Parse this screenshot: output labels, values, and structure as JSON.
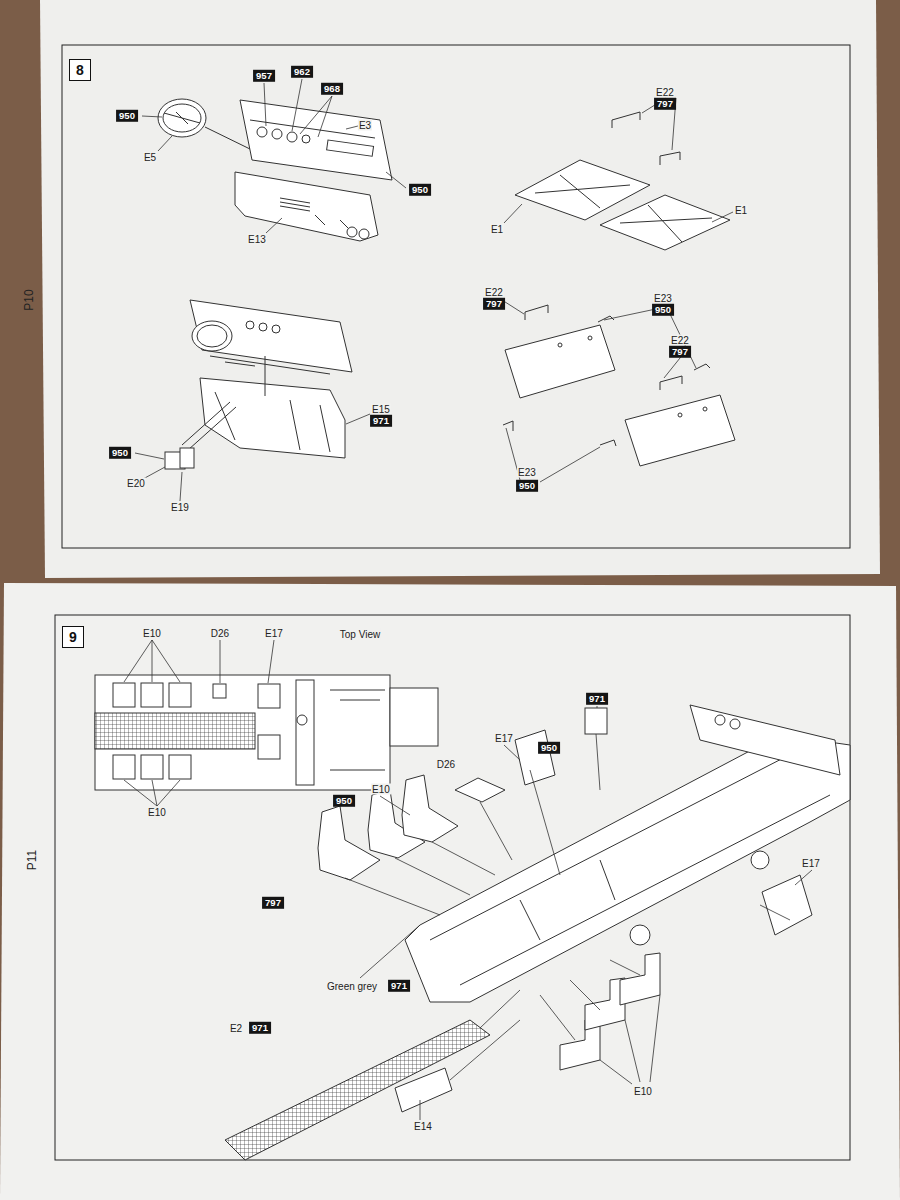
{
  "diagram": {
    "labels": [
      "P10",
      "8",
      "957",
      "962",
      "968",
      "950",
      "E3",
      "E5",
      "950",
      "E13",
      "E22",
      "797",
      "E1",
      "E1",
      "E22",
      "797",
      "E23",
      "950",
      "E22",
      "797",
      "E15",
      "971",
      "950",
      "E20",
      "E19",
      "E23",
      "950",
      "P11",
      "9",
      "E10",
      "D26",
      "E17",
      "Top View",
      "E10",
      "971",
      "E17",
      "950",
      "D26",
      "E10",
      "950",
      "797",
      "E17",
      "Green grey",
      "971",
      "E2",
      "971",
      "E14",
      "E10"
    ]
  }
}
